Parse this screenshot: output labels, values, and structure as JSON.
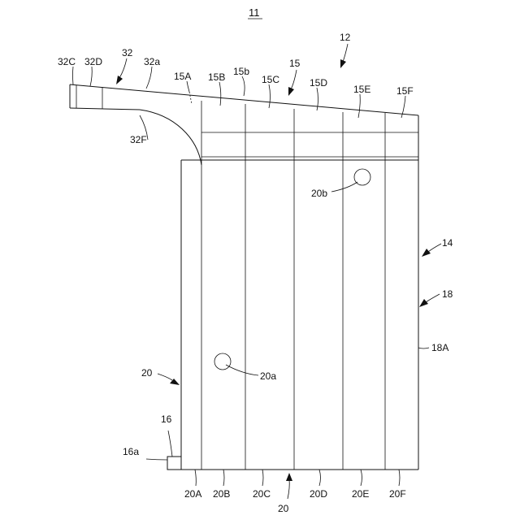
{
  "figure_number": "11",
  "labels": {
    "l12": "12",
    "l14": "14",
    "l15": "15",
    "l15A": "15A",
    "l15B": "15B",
    "l15b": "15b",
    "l15C": "15C",
    "l15D": "15D",
    "l15E": "15E",
    "l15F": "15F",
    "l16": "16",
    "l16a": "16a",
    "l18": "18",
    "l18A": "18A",
    "l20_side": "20",
    "l20_bottom": "20",
    "l20a": "20a",
    "l20b": "20b",
    "l20A": "20A",
    "l20B": "20B",
    "l20C": "20C",
    "l20D": "20D",
    "l20E": "20E",
    "l20F": "20F",
    "l32": "32",
    "l32a": "32a",
    "l32C": "32C",
    "l32D": "32D",
    "l32F": "32F"
  }
}
